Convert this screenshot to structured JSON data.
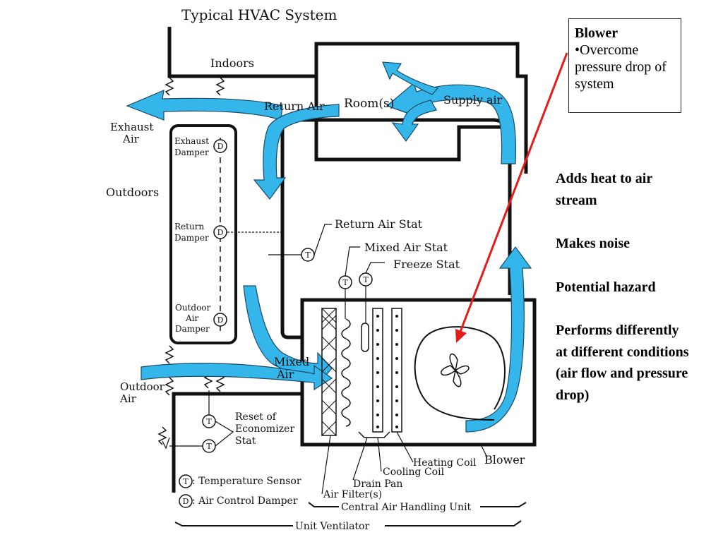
{
  "diagram": {
    "title": "Typical HVAC System",
    "labels": {
      "indoors": "Indoors",
      "outdoors": "Outdoors",
      "exhaust_air_1": "Exhaust",
      "exhaust_air_2": "Air",
      "outdoor_air_1": "Outdoor",
      "outdoor_air_2": "Air",
      "return_air": "Return Air",
      "rooms": "Room(s)",
      "supply_air": "Supply air",
      "exhaust_damper_1": "Exhaust",
      "exhaust_damper_2": "Damper",
      "return_damper_1": "Return",
      "return_damper_2": "Damper",
      "outdoor_air_damper_1": "Outdoor",
      "outdoor_air_damper_2": "Air",
      "outdoor_air_damper_3": "Damper",
      "return_air_stat": "Return Air Stat",
      "mixed_air_stat": "Mixed Air Stat",
      "freeze_stat": "Freeze Stat",
      "mixed_air_1": "Mixed",
      "mixed_air_2": "Air",
      "reset_1": "Reset of",
      "reset_2": "Economizer",
      "reset_3": "Stat",
      "heating_coil": "Heating Coil",
      "cooling_coil": "Cooling Coil",
      "drain_pan": "Drain Pan",
      "air_filters": "Air Filter(s)",
      "blower": "Blower",
      "central_air_handling_unit": "Central Air Handling Unit",
      "unit_ventilator": "Unit Ventilator",
      "temperature_sensor": ": Temperature Sensor",
      "air_control_damper": ": Air Control Damper",
      "sensor_symbol": "T",
      "damper_symbol": "D"
    }
  },
  "callout": {
    "title": "Blower",
    "bullet": "•Overcome pressure drop of system"
  },
  "notes": [
    "Adds heat to air stream",
    "Makes noise",
    "Potential hazard",
    "Performs differently at different conditions (air flow and pressure drop)"
  ],
  "colors": {
    "airflow": "#35b6ea",
    "airflow_outline": "#1a4a66",
    "pointer": "#e41b1b",
    "ink": "#111111"
  }
}
